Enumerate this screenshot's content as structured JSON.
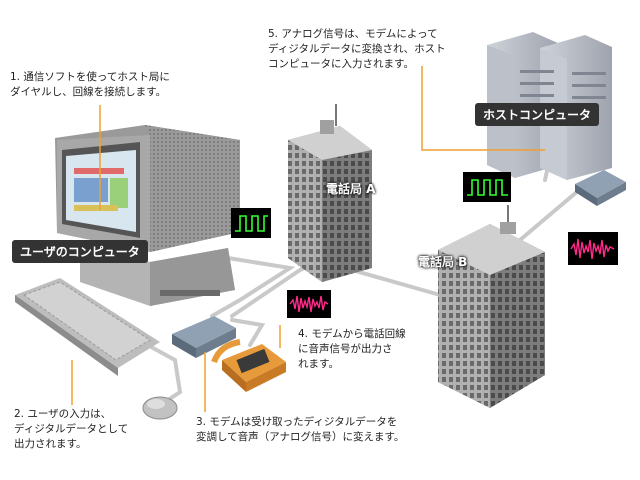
{
  "labels": {
    "user_computer": "ユーザのコンピュータ",
    "host_computer": "ホストコンピュータ",
    "exchange_a": "電話局 A",
    "exchange_b": "電話局 B"
  },
  "steps": {
    "step1": "1. 通信ソフトを使ってホスト局に\nダイヤルし、回線を接続します。",
    "step2": "2. ユーザの入力は、\nディジタルデータとして\n出力されます。",
    "step3": "3. モデムは受け取ったディジタルデータを\n変調して音声（アナログ信号）に変えます。",
    "step4": "4. モデムから電話回線\nに音声信号が出力さ\nれます。",
    "step5": "5. アナログ信号は、モデムによって\nディジタルデータに変換され、ホスト\nコンピュータに入力されます。"
  },
  "colors": {
    "leader_line": "#f0a030",
    "digital_signal": "#33ff33",
    "analog_signal": "#ff2a8a",
    "signal_box": "#000000",
    "label_bg": "#333333"
  }
}
